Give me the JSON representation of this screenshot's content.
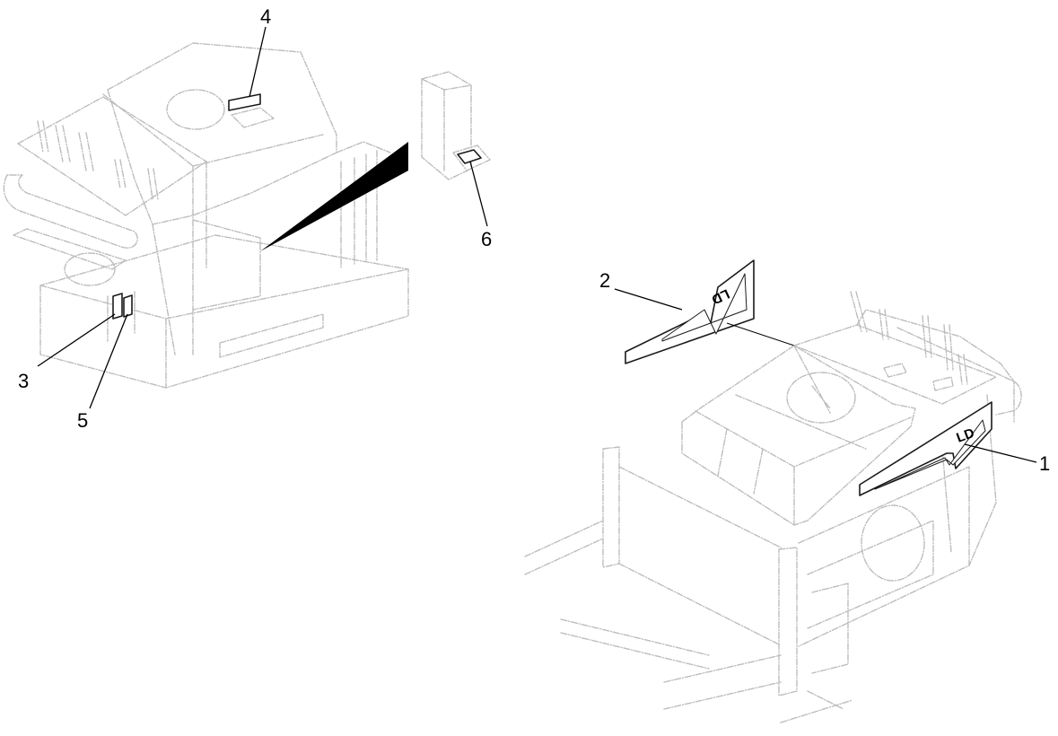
{
  "callouts": [
    {
      "id": "1",
      "label": "1"
    },
    {
      "id": "2",
      "label": "2"
    },
    {
      "id": "3",
      "label": "3"
    },
    {
      "id": "4",
      "label": "4"
    },
    {
      "id": "5",
      "label": "5"
    },
    {
      "id": "6",
      "label": "6"
    }
  ],
  "decal_logo": {
    "text": "LD"
  },
  "colors": {
    "ghost_line": "#bdbdbd",
    "decal_line": "#1a1a1a",
    "leader": "#000000",
    "background": "#ffffff"
  }
}
